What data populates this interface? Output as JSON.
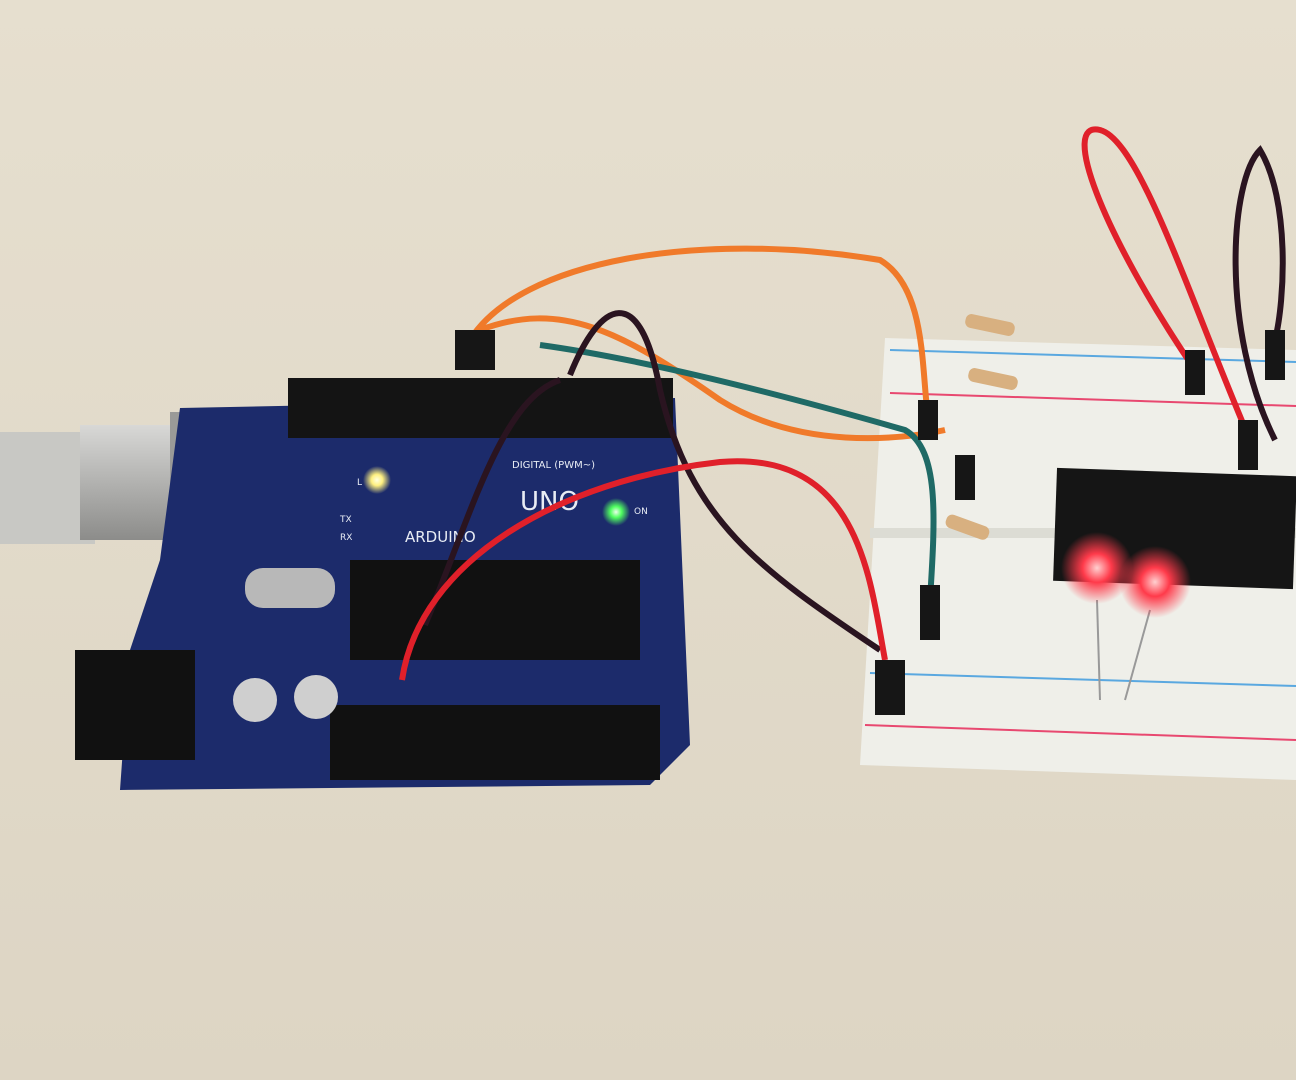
{
  "board": {
    "brand": "ARDUINO",
    "model": "UNO",
    "header_label": "DIGITAL (PWM~)",
    "tx_label": "TX",
    "rx_label": "RX",
    "on_label": "ON",
    "l_label": "L"
  },
  "colors": {
    "background": "#e3dccd",
    "board": "#1c2b6b",
    "breadboard": "#efefe9",
    "led_red": "#ff3a4a",
    "led_green": "#50ff60",
    "led_yellow": "#fff080",
    "wire_orange": "#f07a2a",
    "wire_red": "#e0202a",
    "wire_teal": "#1f6a66",
    "wire_dark": "#2a1420"
  }
}
